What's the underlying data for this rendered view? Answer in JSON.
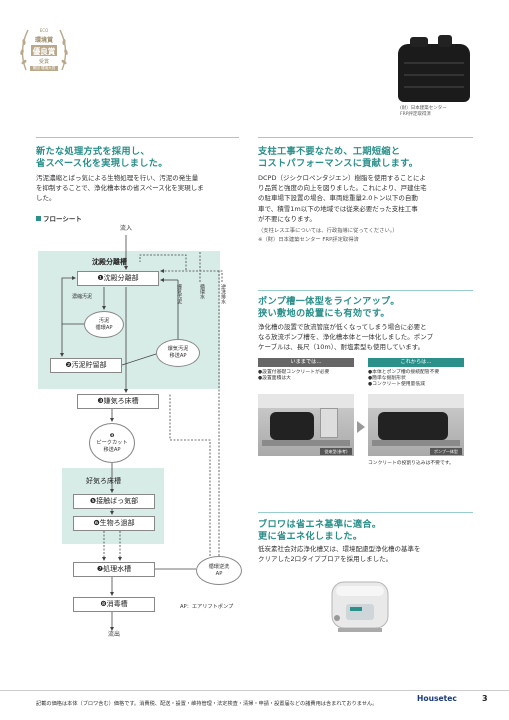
{
  "award": {
    "line1": "ECO",
    "line2": "環境賞",
    "line3": "優良賞",
    "line4": "受賞",
    "line5": "第回 環境大賞"
  },
  "tank_photo": {
    "caption_line1": "(財）日本建築センター",
    "caption_line2": "FRP評定取得済"
  },
  "section_left": {
    "headline_line1": "新たな処理方式を採用し、",
    "headline_line2": "省スペース化を実現しました。",
    "body_line1": "汚泥濃縮とばっ気による生物処理を行い、汚泥の発生量",
    "body_line2": "を抑制することで、浄化槽本体の省スペース化を実現しま",
    "body_line3": "した。"
  },
  "section_right_1": {
    "headline_line1": "支柱工事不要なため、工期短縮と",
    "headline_line2": "コストパフォーマンスに貢献します。",
    "body_line1": "DCPD（ジシクロペンタジエン）樹脂を使用することによ",
    "body_line2": "り品質と強度の向上を図りました。これにより、戸建住宅",
    "body_line3": "の駐車場下設置の場合、車両総重量2.0トン以下の自動",
    "body_line4": "車で、積雪1m以下の地域では従来必要だった支柱工事",
    "body_line5": "が不要になります。",
    "note_line1": "（支柱レス工事については、行政指導に従ってください。）",
    "note_line2": "※（財）日本建築センター FRP評定取得済"
  },
  "section_right_2": {
    "headline_line1": "ポンプ槽一体型をラインアップ。",
    "headline_line2": "狭い敷地の設置にも有効です。",
    "body_line1": "浄化槽の設置で放流管底が低くなってしまう場合に必要と",
    "body_line2": "なる放流ポンプ槽を、浄化槽本体と一体化しました。ポンプ",
    "body_line3": "ケーブルは、長尺（10m）、耐塩素型も使用しています。",
    "before_label": "いままでは…",
    "after_label": "これからは…",
    "before_points": [
      "●設置付基礎コンクリートが必要",
      "●設置面積は大"
    ],
    "after_points": [
      "●本体とポンプ槽の接続配管不要",
      "●簡単な掘削形状",
      "●コンクリート使用量低減"
    ],
    "photo_tag_before": "従来型(参考)",
    "photo_tag_after": "ポンプ一体型",
    "photo_caption": "コンクリートの投割り込みは不要です。"
  },
  "section_right_3": {
    "headline_line1": "ブロワは省エネ基準に適合。",
    "headline_line2": "更に省エネ化しました。",
    "body_line1": "低炭素社会対応浄化槽又は、環境配慮型浄化槽の基準を",
    "body_line2": "クリアした2口タイプブロアを採用しました。"
  },
  "flow": {
    "title": "フローシート",
    "inflow": "流入",
    "zone1_title": "沈殿分離槽",
    "box1": "❶沈殿分離部",
    "concentrated_sludge": "濃縮汚泥",
    "sludge_ap_line1": "汚泥",
    "sludge_ap_line2": "循環AP",
    "box2": "❷汚泥貯留部",
    "vertical_1": "爆気汚泥",
    "vertical_2": "循環水",
    "vertical_3": "逆洗排水",
    "transfer_ap_line1": "爆気汚泥",
    "transfer_ap_line2": "移送AP",
    "box3": "❸嫌気ろ床槽",
    "peakcut_line1": "❹",
    "peakcut_line2": "ピークカット",
    "peakcut_line3": "移送AP",
    "zone2_title": "好気ろ床槽",
    "box5": "❺接触ばっ気部",
    "box6": "❻生物ろ過部",
    "box7": "❼処理水槽",
    "backwash_line1": "循環逆洗",
    "backwash_line2": "AP",
    "box8": "❽消毒槽",
    "outflow": "流出",
    "legend": "AP：エアリフトポンプ"
  },
  "footer": {
    "text": "記載の価格は本体（ブロワ含む）価格です。消費税、配送・設置・維持管理・法定検査・清掃・申請・設置届などの諸費用は含まれておりません。",
    "brand": "Housetec",
    "page_number": "3"
  },
  "colors": {
    "accent": "#2b8f8a",
    "zone": "#d7ebe7",
    "after_bar": "#2b8f8a",
    "before_bar": "#666666"
  }
}
